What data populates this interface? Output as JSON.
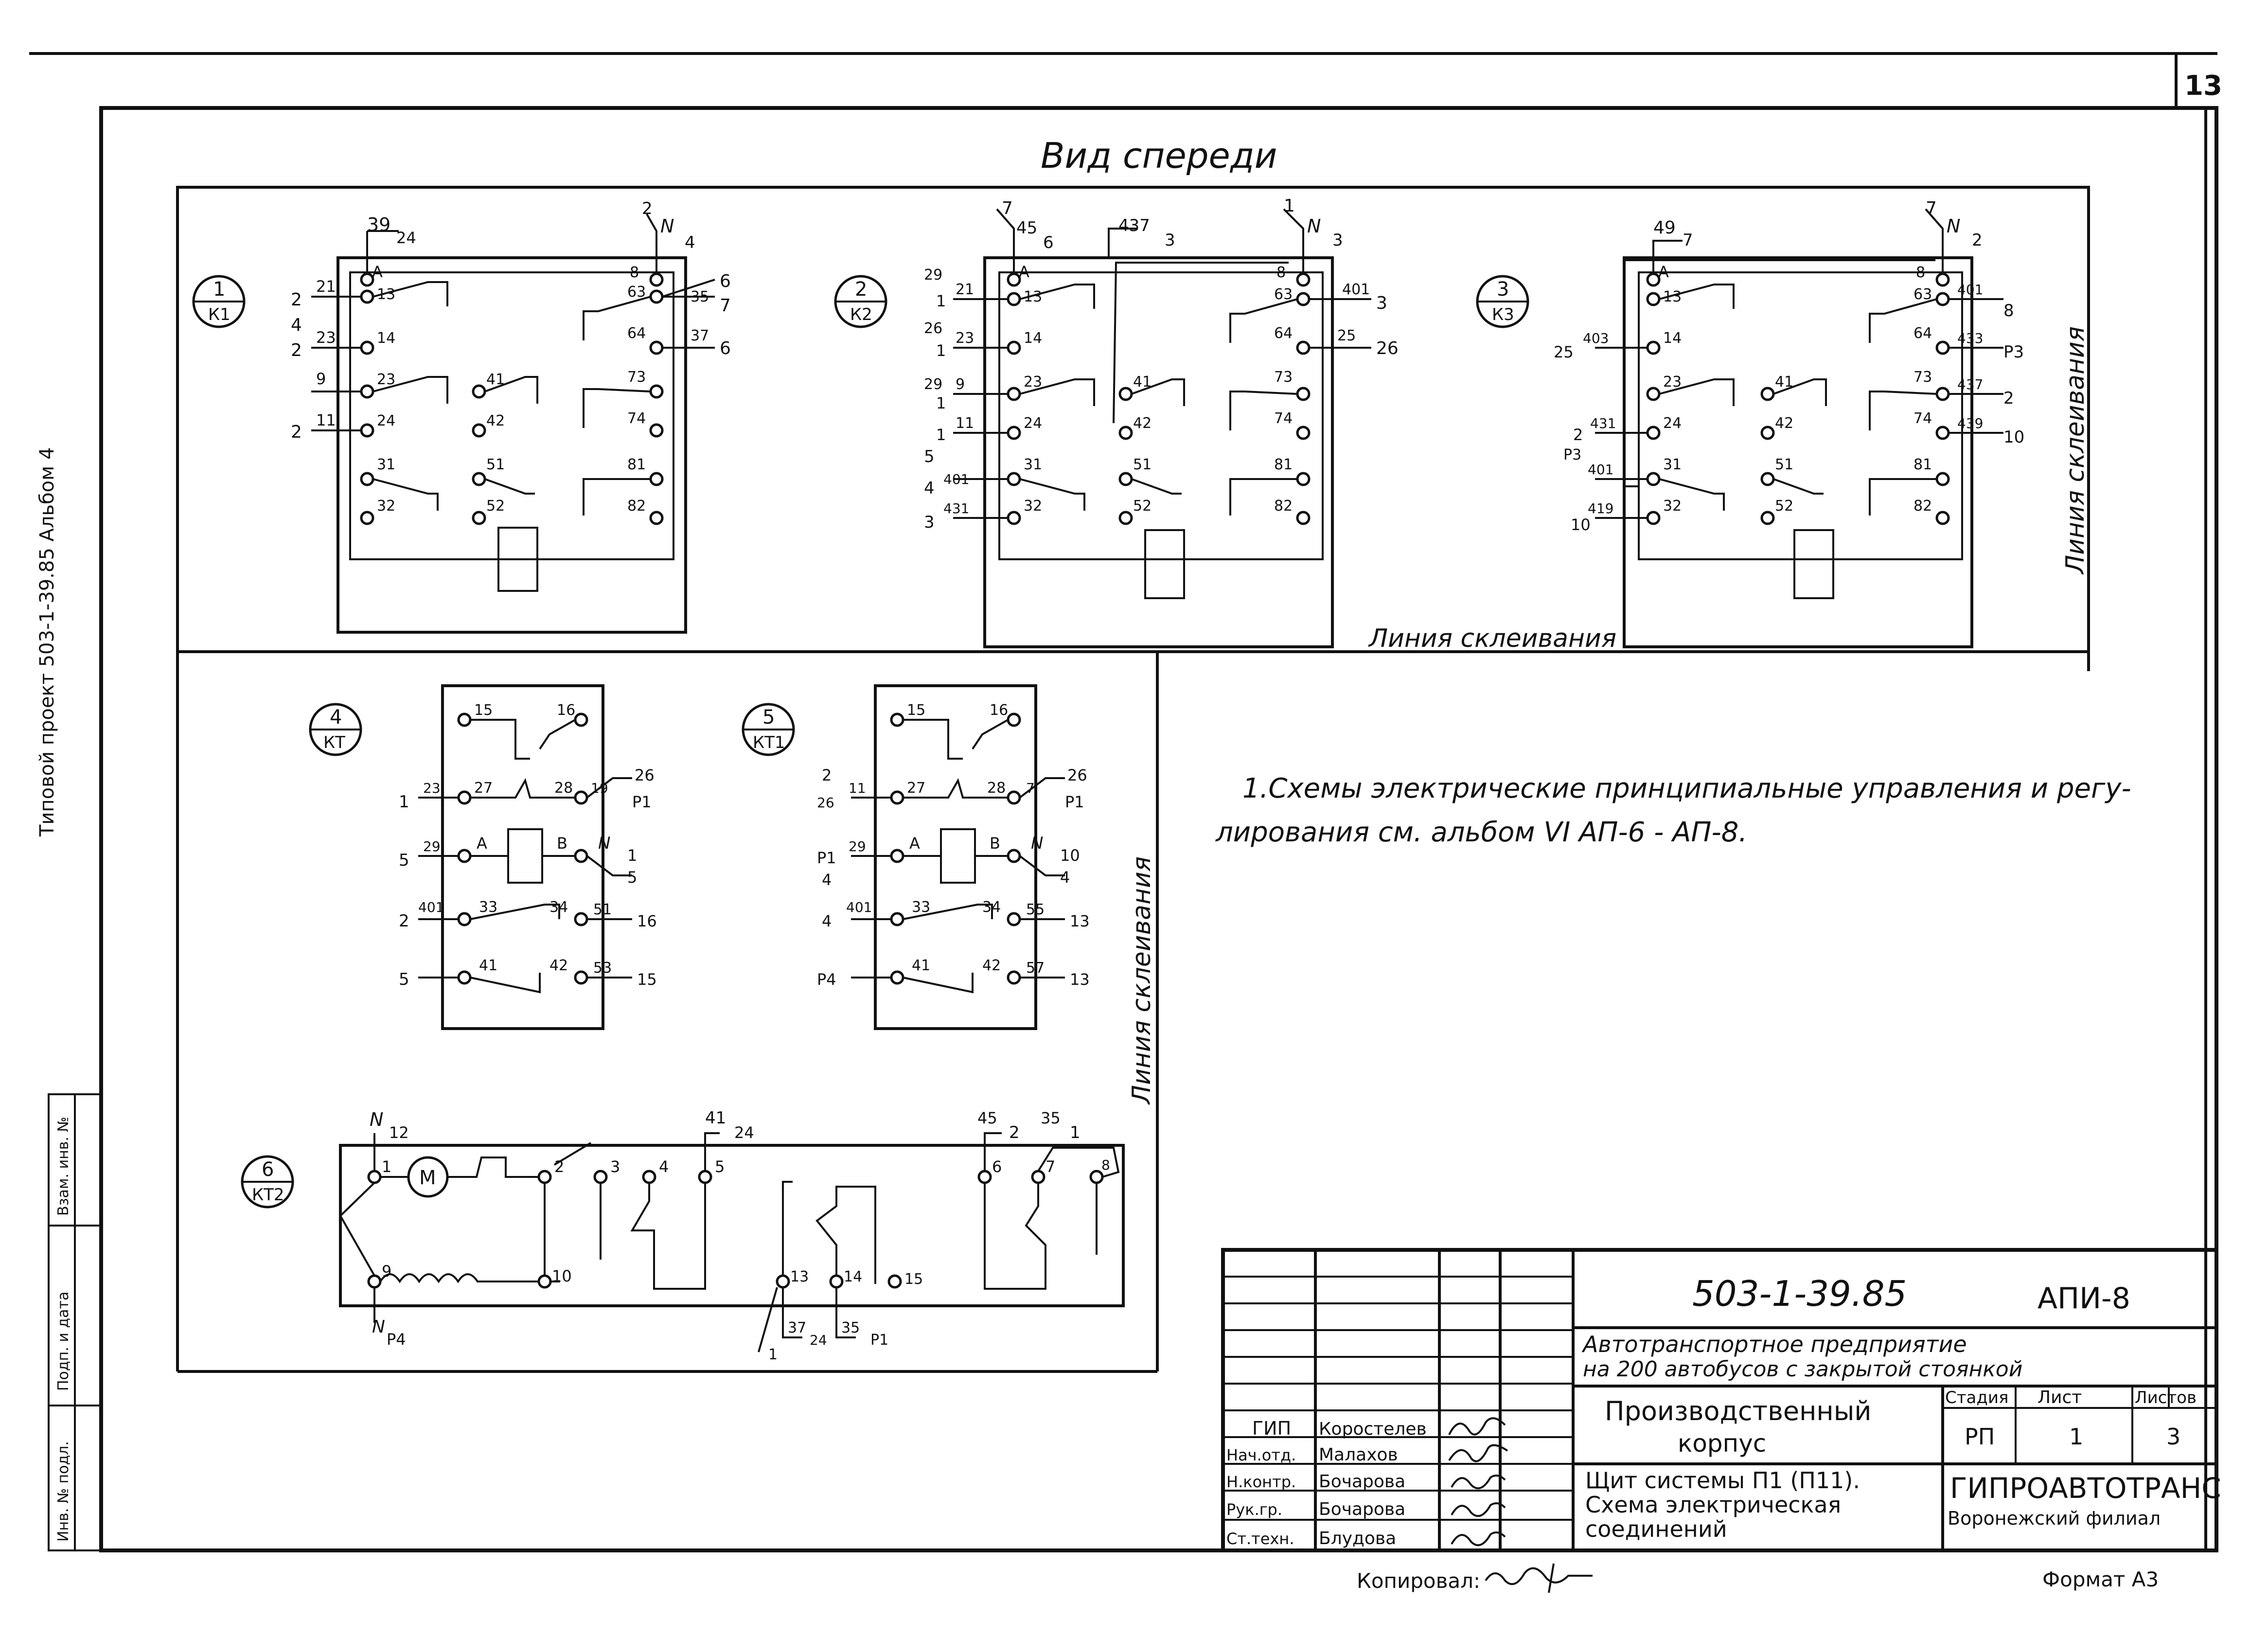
{
  "sheet_number": "13",
  "title_front_view": "Вид спереди",
  "glue_line": "Линия склеивания",
  "note": {
    "line1": "1.Схемы электрические принципиальные управления и регу-",
    "line2": "лирования см. альбом VI  АП-6 - АП-8."
  },
  "relays": [
    {
      "id": "1",
      "label": "К1"
    },
    {
      "id": "2",
      "label": "К2"
    },
    {
      "id": "3",
      "label": "К3"
    },
    {
      "id": "4",
      "label": "КТ"
    },
    {
      "id": "5",
      "label": "КТ1"
    },
    {
      "id": "6",
      "label": "КТ2"
    }
  ],
  "relay1": {
    "top": [
      "39",
      "24",
      "2",
      "N",
      "4"
    ],
    "left_wires": [
      "2",
      "21",
      "4",
      "23",
      "2",
      "9",
      "2",
      "11"
    ],
    "right_wires": [
      "6",
      "35",
      "7",
      "37",
      "6"
    ],
    "terminals": [
      "A",
      "13",
      "14",
      "23",
      "24",
      "31",
      "32",
      "41",
      "42",
      "51",
      "52",
      "8",
      "63",
      "64",
      "73",
      "74",
      "81",
      "82"
    ]
  },
  "relay2": {
    "top": [
      "7",
      "45",
      "6",
      "437",
      "3",
      "1",
      "N",
      "3"
    ],
    "left_wires": [
      "29",
      "21",
      "1",
      "26",
      "23",
      "1",
      "29",
      "9",
      "1",
      "11",
      "1",
      "5",
      "401",
      "4",
      "431",
      "3"
    ],
    "right_wires": [
      "401",
      "3",
      "25",
      "26"
    ],
    "terminals": [
      "A",
      "13",
      "14",
      "23",
      "24",
      "31",
      "32",
      "41",
      "42",
      "51",
      "52",
      "8",
      "63",
      "64",
      "73",
      "74",
      "81",
      "82"
    ]
  },
  "relay3": {
    "top": [
      "49",
      "7",
      "7",
      "N",
      "2"
    ],
    "left_wires": [
      "25",
      "403",
      "2",
      "431",
      "P3",
      "401",
      "419",
      "10"
    ],
    "right_wires": [
      "401",
      "8",
      "433",
      "P3",
      "437",
      "2",
      "439",
      "10"
    ],
    "terminals": [
      "A",
      "13",
      "14",
      "23",
      "24",
      "31",
      "32",
      "41",
      "42",
      "51",
      "52",
      "8",
      "63",
      "64",
      "73",
      "74",
      "81",
      "82"
    ]
  },
  "relay4": {
    "terminals": [
      "15",
      "16",
      "27",
      "28",
      "A",
      "B",
      "33",
      "34",
      "41",
      "42"
    ],
    "left_wires": [
      "1",
      "23",
      "5",
      "29",
      "2",
      "401",
      "5"
    ],
    "right_wires": [
      "26",
      "19",
      "P1",
      "N",
      "1",
      "5",
      "51",
      "16",
      "53",
      "15"
    ]
  },
  "relay5": {
    "terminals": [
      "15",
      "16",
      "27",
      "28",
      "A",
      "B",
      "33",
      "34",
      "41",
      "42"
    ],
    "left_wires": [
      "2",
      "26",
      "11",
      "P1",
      "29",
      "4",
      "4",
      "401",
      "P4"
    ],
    "right_wires": [
      "26",
      "7",
      "P1",
      "N",
      "10",
      "4",
      "55",
      "13",
      "57",
      "13"
    ]
  },
  "relay6": {
    "top": [
      "N",
      "12",
      "41",
      "24",
      "45",
      "2",
      "35",
      "1"
    ],
    "terminals": [
      "1",
      "M",
      "2",
      "3",
      "4",
      "5",
      "6",
      "7",
      "8",
      "9",
      "10",
      "13",
      "14",
      "15"
    ],
    "bottom": [
      "N",
      "P4",
      "37",
      "24",
      "35",
      "P1",
      "1"
    ]
  },
  "title_block": {
    "doc_code": "503-1-39.85",
    "album": "АПИ-8",
    "project_line1": "Автотранспортное предприятие",
    "project_line2": "на 200 автобусов с закрытой стоянкой",
    "building_line1": "Производственный",
    "building_line2": "корпус",
    "drawing_line1": "Щит системы П1 (П11).",
    "drawing_line2": "Схема электрическая",
    "drawing_line3": "соединений",
    "stage_h": "Стадия",
    "sheet_h": "Лист",
    "sheets_h": "Листов",
    "stage": "РП",
    "sheet": "1",
    "sheets": "3",
    "org_line1": "ГИПРОАВТОТРАНС",
    "org_line2": "Воронежский филиал",
    "roles": [
      {
        "role": "ГИП",
        "name": "Коростелев"
      },
      {
        "role": "Нач.отд.",
        "name": "Малахов"
      },
      {
        "role": "Н.контр.",
        "name": "Бочарова"
      },
      {
        "role": "Рук.гр.",
        "name": "Бочарова"
      },
      {
        "role": "Ст.техн.",
        "name": "Блудова"
      }
    ]
  },
  "copied_by": "Копировал:",
  "format": "Формат А3",
  "left_margin_text": "Типовой проект 503-1-39.85 Альбом 4",
  "stamp_labels": [
    "Инв. № подл.",
    "Подп. и дата",
    "Взам. инв. №"
  ]
}
